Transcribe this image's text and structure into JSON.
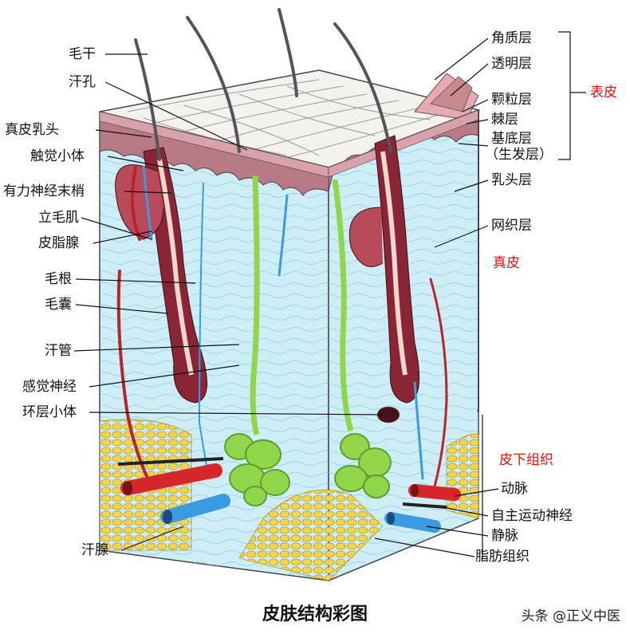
{
  "caption": "皮肤结构彩图",
  "watermark": "头条 @正义中医",
  "colors": {
    "epidermis_label": "#e01010",
    "dermis_fill": "#cdeef7",
    "fat": "#e8c93a",
    "artery": "#d7262b",
    "vein": "#3a9be0",
    "sweat_gland": "#8fd64a",
    "hair_root": "#8a2535"
  },
  "labels_left": [
    "毛干",
    "汗孔",
    "真皮乳头",
    "触觉小体",
    "有力神经末梢",
    "立毛肌",
    "皮脂腺",
    "毛根",
    "毛囊",
    "汗管",
    "感觉神经",
    "环层小体",
    "汗腺"
  ],
  "labels_right": {
    "stratum_corneum": "角质层",
    "stratum_lucidum": "透明层",
    "stratum_granulosum": "颗粒层",
    "stratum_spinosum": "棘层",
    "stratum_basale": "基底层",
    "stratum_basale_note": "（生发层）",
    "papillary": "乳头层",
    "reticular": "网织层",
    "artery": "动脉",
    "autonomic_nerve": "自主运动神经",
    "vein": "静脉",
    "fat": "脂肪组织"
  },
  "groups": {
    "epidermis": "表皮",
    "dermis": "真皮",
    "subcutis": "皮下组织"
  }
}
